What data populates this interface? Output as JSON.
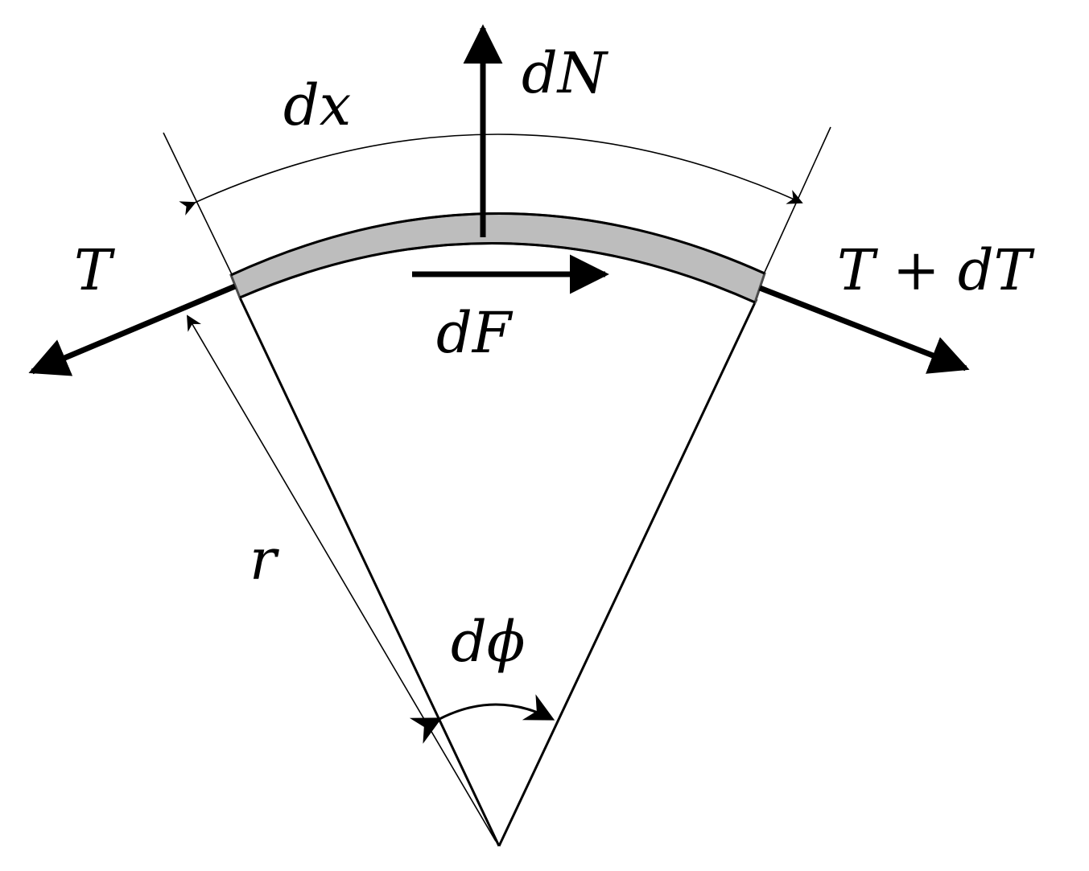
{
  "labels": {
    "dx": "dx",
    "dN": "dN",
    "T_left": "T",
    "T_right": "T + dT",
    "dF": "dF",
    "r": "r",
    "dphi": "dϕ"
  },
  "colors": {
    "ink": "#000000",
    "band_fill": "#bdbdbd",
    "band_edge": "#4a4a4a"
  }
}
